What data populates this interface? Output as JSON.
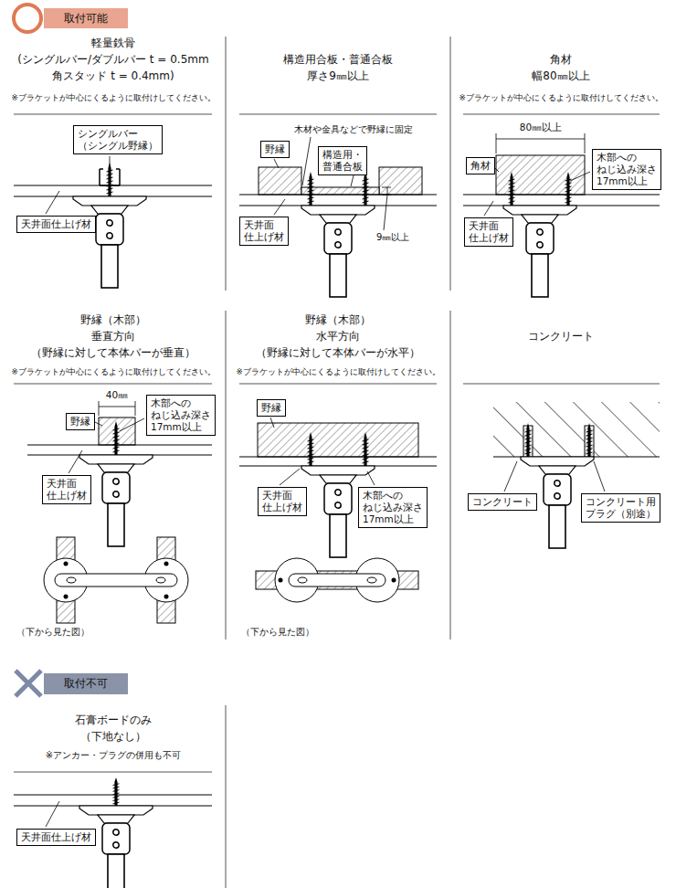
{
  "diagram": {
    "nodes": [
      {
        "text": [
          "取付可能"
        ]
      },
      {
        "text": [
          "シングルバー （シングル野縁）"
        ]
      },
      {
        "text": [
          "天井面仕上げ材"
        ]
      },
      {
        "text": [
          "野縁"
        ]
      },
      {
        "text": [
          "構造用・普通合板"
        ]
      },
      {
        "text": [
          "天井面 仕上げ材"
        ]
      },
      {
        "text": [
          "角材"
        ]
      },
      {
        "text": [
          "木部への ねじ込み深さ 17mm以上"
        ]
      },
      {
        "text": [
          "天井面 仕上げ材"
        ]
      },
      {
        "text": [
          "野縁"
        ]
      },
      {
        "text": [
          "木部への ねじ込み深さ 17mm以上"
        ]
      },
      {
        "text": [
          "天井面 仕上げ材"
        ]
      },
      {
        "text": [
          "野縁"
        ]
      },
      {
        "text": [
          "天井面 仕上げ材"
        ]
      },
      {
        "text": [
          "木部への ねじ込み深さ 17mm以上"
        ]
      },
      {
        "text": [
          "コンクリート"
        ]
      },
      {
        "text": [
          "コンクリート用 プラグ（別途）"
        ]
      },
      {
        "text": [
          "取付不可"
        ]
      },
      {
        "text": [
          "天井面仕上げ材"
        ]
      }
    ],
    "labels": [
      "軽量鉄骨",
      "(シングルバー/ダブルバー t = 0.5mm",
      "角スタッド t = 0.4mm)",
      "※ブラケットが中心にくるように取付けしてください。",
      "構造用合板・普通合板",
      "厚さ9㎜以上",
      "木材や金具などで野縁に固定",
      "9㎜以上",
      "角材",
      "幅80㎜以上",
      "※ブラケットが中心にくるように取付けしてください。",
      "80㎜以上",
      "野縁（木部）",
      "垂直方向",
      "（野縁に対して本体バーが垂直）",
      "※ブラケットが中心にくるように取付けしてください。",
      "40㎜",
      "（下から見た図）",
      "野縁（木部）",
      "水平方向",
      "（野縁に対して本体バーが水平）",
      "※ブラケットが中心にくるように取付けしてください。",
      "（下から見た図）",
      "コンクリート",
      "石膏ボードのみ",
      "（下地なし）",
      "※アンカー・プラグの併用も不可"
    ]
  }
}
